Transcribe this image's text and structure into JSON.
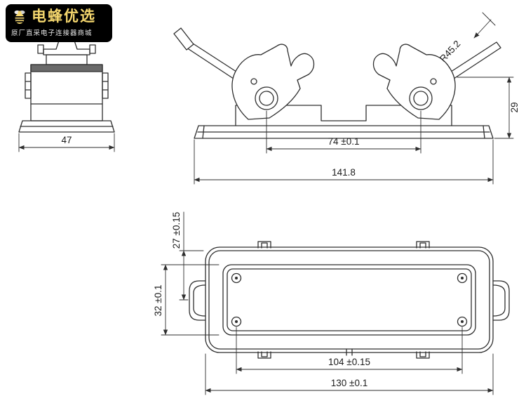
{
  "logo": {
    "brand": "电蜂优选",
    "tagline": "原厂直采电子连接器商城"
  },
  "side_view": {
    "dim_width": "47"
  },
  "front_view": {
    "dim_hole_spacing": "74 ±0.1",
    "dim_overall_width": "141.8",
    "dim_base_height": "29",
    "dim_radius": "R45.2"
  },
  "top_view": {
    "dim_hood_depth": "27 ±0.15",
    "dim_flange_offset": "32 ±0.1",
    "dim_screw_spacing": "104 ±0.15",
    "dim_overall_length": "130 ±0.1"
  },
  "colors": {
    "line": "#2e2e2e",
    "logo_background": "#000000",
    "logo_accent": "#f5d76e"
  }
}
